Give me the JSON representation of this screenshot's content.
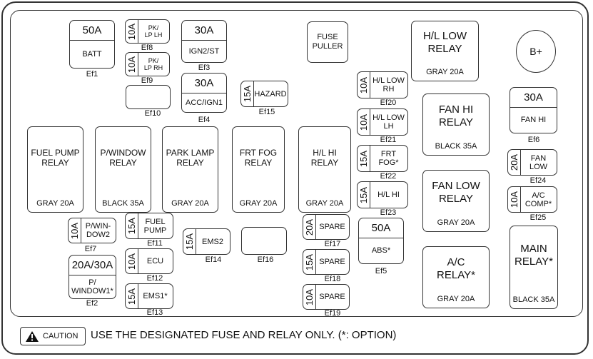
{
  "bplus": "B+",
  "footer": {
    "caution_label": "CAUTION",
    "text": "USE THE DESIGNATED FUSE AND RELAY ONLY. (*: OPTION)"
  },
  "relays": [
    {
      "id": "fuel-pump-relay",
      "label": "FUEL PUMP\nRELAY",
      "sub": "GRAY 20A"
    },
    {
      "id": "p-window-relay",
      "label": "P/WINDOW\nRELAY",
      "sub": "BLACK 35A"
    },
    {
      "id": "park-lamp-relay",
      "label": "PARK LAMP\nRELAY",
      "sub": "GRAY 20A"
    },
    {
      "id": "frt-fog-relay",
      "label": "FRT FOG\nRELAY",
      "sub": "GRAY 20A"
    },
    {
      "id": "hl-hi-relay",
      "label": "H/L HI\nRELAY",
      "sub": "GRAY 20A"
    },
    {
      "id": "hl-low-relay",
      "label": "H/L LOW\nRELAY",
      "sub": "GRAY 20A"
    },
    {
      "id": "fan-hi-relay",
      "label": "FAN HI\nRELAY",
      "sub": "BLACK 35A"
    },
    {
      "id": "fan-low-relay",
      "label": "FAN LOW\nRELAY",
      "sub": "GRAY 20A"
    },
    {
      "id": "ac-relay",
      "label": "A/C\nRELAY*",
      "sub": "GRAY 20A"
    },
    {
      "id": "main-relay",
      "label": "MAIN\nRELAY*",
      "sub": "BLACK 35A"
    }
  ],
  "amp_fuses": [
    {
      "id": "Ef1",
      "amp": "50A",
      "label": "BATT",
      "code": "Ef1"
    },
    {
      "id": "Ef3",
      "amp": "30A",
      "label": "IGN2/ST",
      "code": "Ef3"
    },
    {
      "id": "Ef4",
      "amp": "30A",
      "label": "ACC/IGN1",
      "code": "Ef4"
    },
    {
      "id": "Ef6",
      "amp": "30A",
      "label": "FAN HI",
      "code": "Ef6"
    },
    {
      "id": "Ef5",
      "amp": "50A",
      "label": "ABS*",
      "code": "Ef5"
    },
    {
      "id": "Ef2",
      "amp": "20A/30A",
      "label": "P/\nWINDOW1*",
      "code": "Ef2"
    }
  ],
  "mini_fuses": [
    {
      "id": "Ef8",
      "amp": "10A",
      "label": "PK/\nLP LH",
      "code": "Ef8"
    },
    {
      "id": "Ef9",
      "amp": "10A",
      "label": "PK/\nLP RH",
      "code": "Ef9"
    },
    {
      "id": "Ef15",
      "amp": "15A",
      "label": "HAZARD",
      "code": "Ef15"
    },
    {
      "id": "Ef20",
      "amp": "10A",
      "label": "H/L LOW\nRH",
      "code": "Ef20"
    },
    {
      "id": "Ef21",
      "amp": "10A",
      "label": "H/L LOW\nLH",
      "code": "Ef21"
    },
    {
      "id": "Ef22",
      "amp": "15A",
      "label": "FRT\nFOG*",
      "code": "Ef22"
    },
    {
      "id": "Ef23",
      "amp": "15A",
      "label": "H/L HI",
      "code": "Ef23"
    },
    {
      "id": "Ef24",
      "amp": "20A",
      "label": "FAN\nLOW",
      "code": "Ef24"
    },
    {
      "id": "Ef25",
      "amp": "10A",
      "label": "A/C\nCOMP*",
      "code": "Ef25"
    },
    {
      "id": "Ef7",
      "amp": "10A",
      "label": "P/WIN-\nDOW2",
      "code": "Ef7"
    },
    {
      "id": "Ef11",
      "amp": "15A",
      "label": "FUEL\nPUMP",
      "code": "Ef11"
    },
    {
      "id": "Ef14",
      "amp": "15A",
      "label": "EMS2",
      "code": "Ef14"
    },
    {
      "id": "Ef12",
      "amp": "10A",
      "label": "ECU",
      "code": "Ef12"
    },
    {
      "id": "Ef13",
      "amp": "15A",
      "label": "EMS1*",
      "code": "Ef13"
    },
    {
      "id": "Ef17",
      "amp": "20A",
      "label": "SPARE",
      "code": "Ef17"
    },
    {
      "id": "Ef18",
      "amp": "15A",
      "label": "SPARE",
      "code": "Ef18"
    },
    {
      "id": "Ef19",
      "amp": "10A",
      "label": "SPARE",
      "code": "Ef19"
    }
  ],
  "empty_slots": [
    {
      "id": "Ef10",
      "code": "Ef10"
    },
    {
      "id": "Ef16",
      "code": "Ef16"
    }
  ],
  "puller": {
    "label": "FUSE\nPULLER"
  }
}
